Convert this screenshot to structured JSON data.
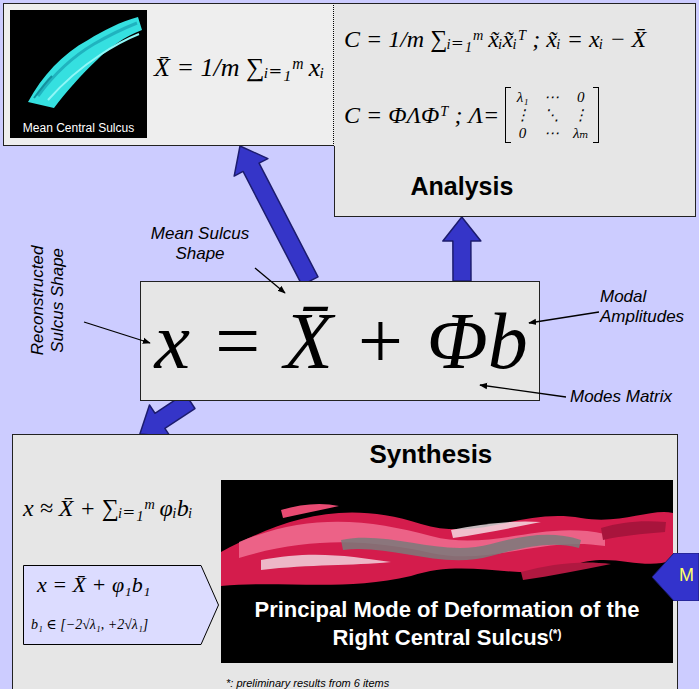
{
  "diagram": {
    "nodes": [
      {
        "text": [
          "X̄ = 1/m ∑ᵢ₌₁ᵐ xᵢ"
        ]
      },
      {
        "text": [
          "Mean Central Sulcus"
        ],
        "in": 0
      },
      {
        "text": [
          "C = 1/m ∑ᵢ₌₁ᵐ x̃ᵢx̃ᵢᵀ ; x̃ᵢ = xᵢ − X̄",
          "C = ΦΛΦᵀ ; Λ=",
          "λ₁",
          "⋯",
          "0",
          "⋮",
          "⋱",
          "⋮",
          "0",
          "⋯",
          "λₘ",
          "Analysis"
        ]
      },
      {
        "text": [
          "x = X̄ + Φb"
        ]
      },
      {
        "text": [
          "Synthesis",
          "x ≈ X̄ + ∑ᵢ₌₁ᵐ φᵢbᵢ",
          "*: preliminary results from 6 items"
        ]
      },
      {
        "text": [
          "x = X̄ + φ₁b₁",
          "b₁ ∈ [−2√λ₁, +2√λ₁]"
        ],
        "in": 4
      },
      {
        "text": [
          "Principal Mode of Deformation of the Right Central Sulcus",
          "(*)"
        ],
        "in": 4
      },
      {
        "text": [
          "M"
        ]
      }
    ],
    "edges": [
      {
        "from": 3,
        "to": 0,
        "arrow": "to"
      },
      {
        "from": 3,
        "to": 2,
        "arrow": "to"
      },
      {
        "from": 3,
        "to": 4,
        "arrow": "to"
      }
    ],
    "labels": [
      "Reconstructed Sulcus Shape",
      "Mean Sulcus Shape",
      "Modal Amplitudes",
      "Modes Matrix"
    ]
  }
}
